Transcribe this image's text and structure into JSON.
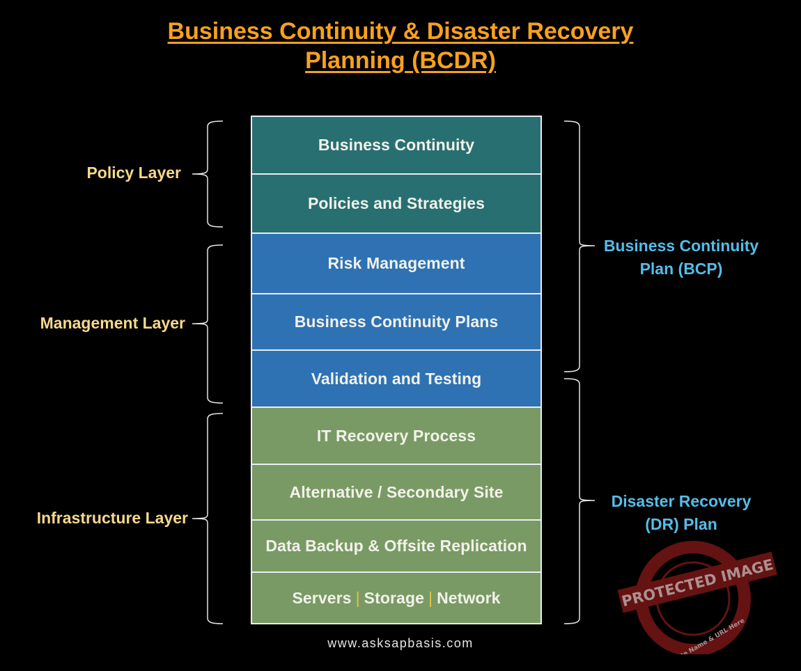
{
  "title": {
    "line1": "Business Continuity & Disaster Recovery",
    "line2": "Planning (BCDR)"
  },
  "stack": [
    {
      "label": "Business Continuity",
      "group": "policy"
    },
    {
      "label": "Policies and Strategies",
      "group": "policy"
    },
    {
      "label": "Risk Management",
      "group": "management"
    },
    {
      "label": "Business Continuity Plans",
      "group": "management"
    },
    {
      "label": "Validation and Testing",
      "group": "management"
    },
    {
      "label": "IT Recovery Process",
      "group": "infrastructure"
    },
    {
      "label": "Alternative / Secondary Site",
      "group": "infrastructure"
    },
    {
      "label": "Data Backup & Offsite Replication",
      "group": "infrastructure"
    },
    {
      "parts": [
        "Servers",
        "Storage",
        "Network"
      ],
      "separator": "|",
      "group": "infrastructure"
    }
  ],
  "left_labels": {
    "policy": "Policy Layer",
    "management": "Management Layer",
    "infrastructure": "Infrastructure Layer"
  },
  "right_labels": {
    "bcp_line1": "Business Continuity",
    "bcp_line2": "Plan (BCP)",
    "dr_line1": "Disaster Recovery",
    "dr_line2": "(DR) Plan"
  },
  "colors": {
    "title": "#f8a11d",
    "policy": "#286f72",
    "management": "#2e72b4",
    "infrastructure": "#799a64",
    "left_label": "#f7d98c",
    "right_label": "#55bde9"
  },
  "watermark": {
    "main": "PROTECTED IMAGE",
    "sub": "My Website Name & URL Here"
  },
  "footer": "www.asksapbasis.com"
}
